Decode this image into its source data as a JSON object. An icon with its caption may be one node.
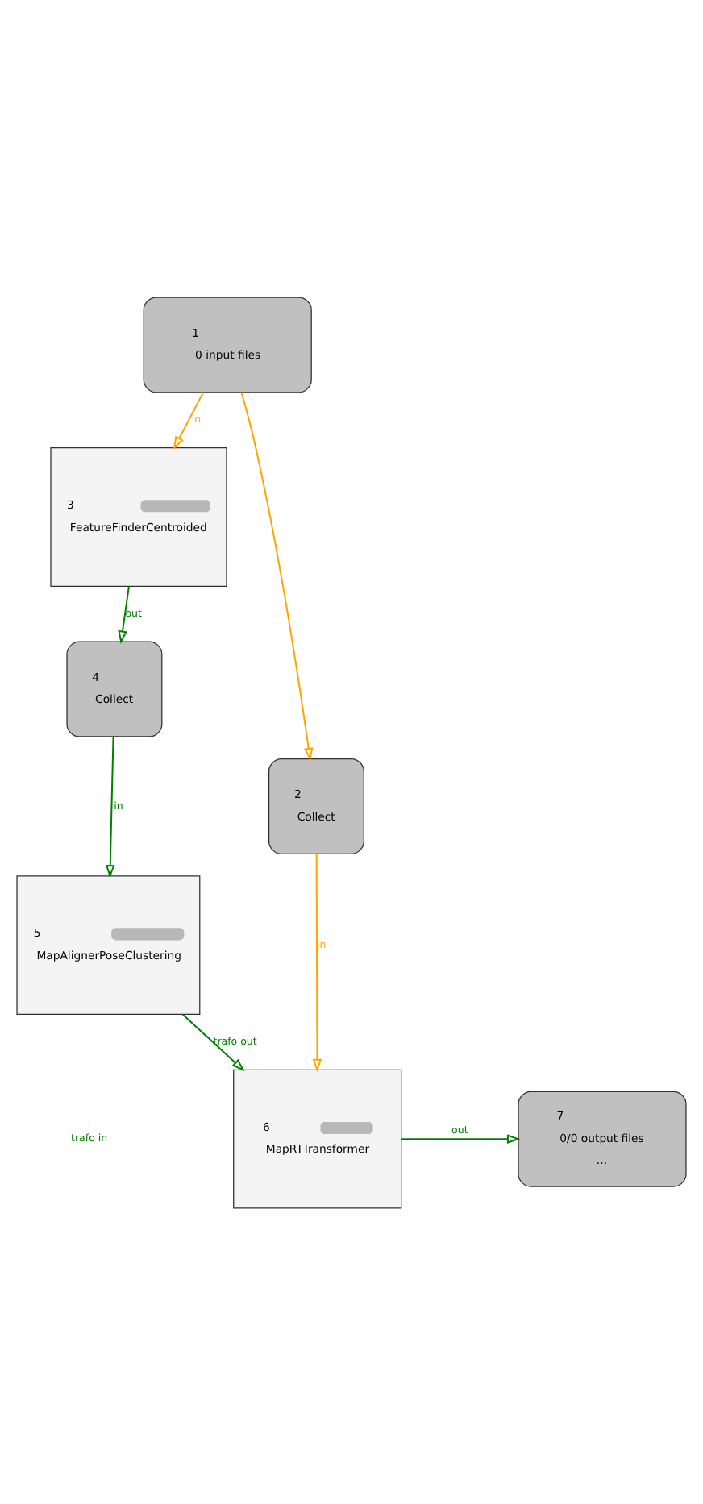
{
  "diagram": {
    "nodes": [
      {
        "text": [
          "1",
          "0 input files"
        ]
      },
      {
        "text": [
          "2",
          "Collect"
        ]
      },
      {
        "text": [
          "3",
          "FeatureFinderCentroided"
        ]
      },
      {
        "text": [
          "4",
          "Collect"
        ]
      },
      {
        "text": [
          "5",
          "MapAlignerPoseClustering"
        ]
      },
      {
        "text": [
          "6",
          "MapRTTransformer"
        ]
      },
      {
        "text": [
          "7",
          "0/0 output files",
          "…"
        ]
      }
    ],
    "edges": [
      {
        "from": 0,
        "to": 2,
        "arrow": "to",
        "label": "in",
        "color": "#ffa500"
      },
      {
        "from": 0,
        "to": 1,
        "arrow": "to",
        "color": "#ffa500"
      },
      {
        "from": 2,
        "to": 3,
        "arrow": "to",
        "label": "out"
      },
      {
        "from": 3,
        "to": 4,
        "arrow": "to",
        "label": "in"
      },
      {
        "from": 4,
        "to": 5,
        "arrow": "to",
        "label": "trafo out"
      },
      {
        "from": 1,
        "to": 5,
        "arrow": "to",
        "label": "in",
        "color": "#ffa500"
      },
      {
        "from": 5,
        "to": 6,
        "arrow": "to",
        "label": "out"
      }
    ],
    "labels": [
      "trafo in"
    ]
  }
}
